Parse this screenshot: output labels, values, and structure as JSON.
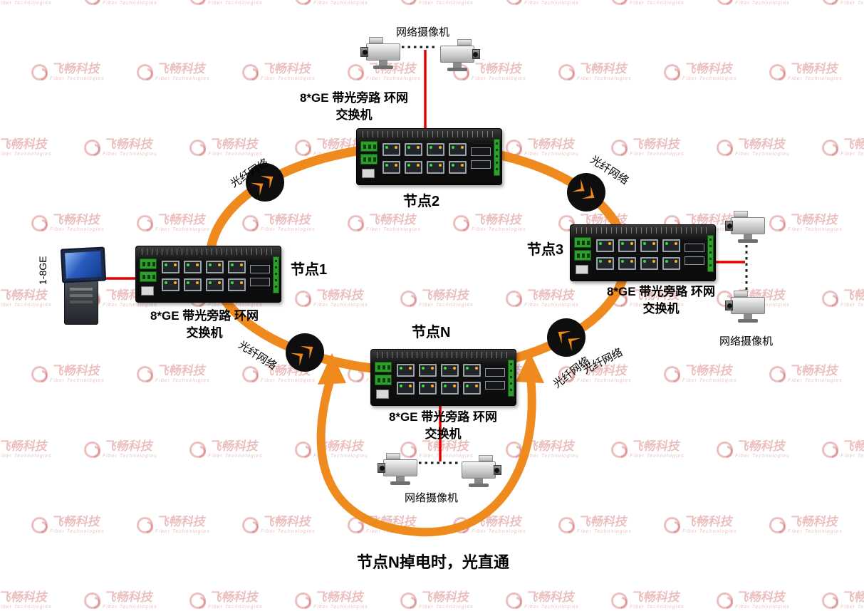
{
  "watermark": {
    "brand": "飞畅科技",
    "sub": "Fiber Technologies"
  },
  "camera_label": "网络摄像机",
  "fiber_label": "光纤网络",
  "pc_label": "1-8GE",
  "caption": "节点N掉电时，光直通",
  "switch_type": {
    "line1": "8*GE 带光旁路 环网",
    "line2": "交换机"
  },
  "nodes": {
    "node1": "节点1",
    "node2": "节点2",
    "node3": "节点3",
    "nodeN": "节点N"
  },
  "colors": {
    "ring_orange": "#EE8A1E",
    "link_red": "#E60000",
    "watermark_pink": "rgba(203,88,88,0.38)"
  },
  "icons": {
    "fiber_junction": "double-arrow-fast-forward-in-black-circle",
    "watermark_logo": "red-swirl-circle"
  }
}
